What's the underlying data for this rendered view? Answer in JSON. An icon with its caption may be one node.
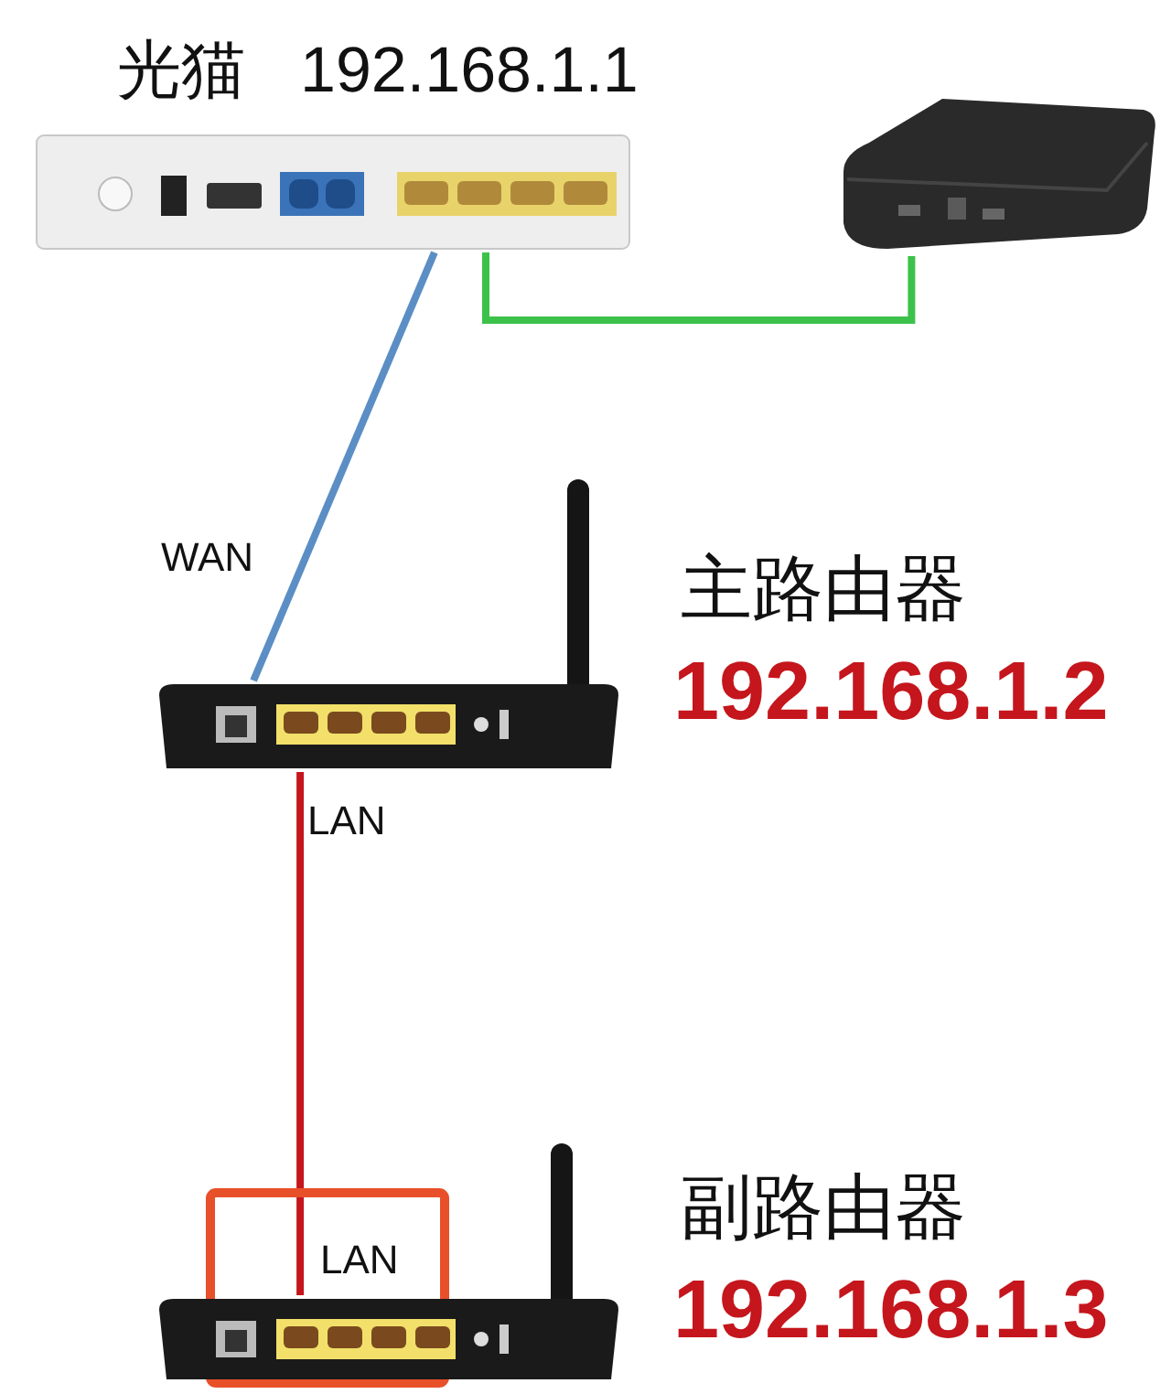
{
  "diagram": {
    "nodes": [
      {
        "text": [
          "光猫",
          "192.168.1.1"
        ]
      },
      {
        "text": [],
        "shape": "picture"
      },
      {
        "text": [],
        "shape": "picture",
        "beside": [
          "主路由器",
          "192.168.1.2"
        ]
      },
      {
        "text": [],
        "shape": "picture",
        "beside": [
          "副路由器",
          "192.168.1.3"
        ]
      }
    ],
    "edges": [
      {
        "from": 0,
        "to": 2,
        "arrow": "none",
        "label": "WAN",
        "color": "#5b8ec4"
      },
      {
        "from": 0,
        "to": 1,
        "arrow": "none",
        "color": "#3cc24a"
      },
      {
        "from": 2,
        "to": 3,
        "arrow": "none",
        "label": "LAN",
        "color": "#c4161c"
      }
    ],
    "labels": [
      "LAN"
    ]
  }
}
